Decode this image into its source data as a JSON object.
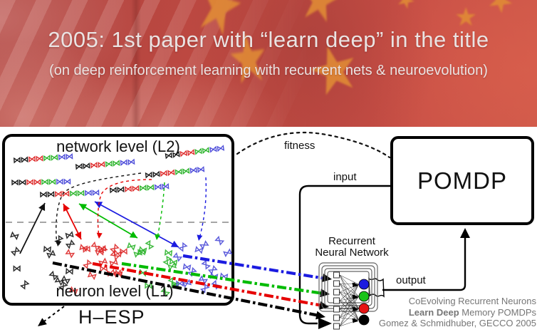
{
  "slide": {
    "title": "2005: 1st paper with “learn deep” in the title",
    "subtitle": "(on deep reinforcement learning with recurrent nets & neuroevolution)"
  },
  "diagram": {
    "hesp": {
      "top_label": "network level (L2)",
      "bottom_label": "neuron level (L1)",
      "caption": "H–ESP"
    },
    "pomdp_label": "POMDP",
    "rnn_label_line1": "Recurrent",
    "rnn_label_line2": "Neural Network",
    "fitness_label": "fitness",
    "input_label": "input",
    "output_label": "output"
  },
  "citation": {
    "line1": "CoEvolving Recurrent Neurons",
    "line2_bold": "Learn Deep",
    "line2_rest": " Memory POMDPs",
    "line3": "Gomez & Schmidhuber, GECCO 2005"
  },
  "colors": {
    "banner_red": "#c04a42",
    "banner_star_orange": "#e18c35",
    "genes": [
      "#161616",
      "#dd2a2a",
      "#2cb42c",
      "#4d4dd9"
    ],
    "line_blue": "#1b1be0",
    "line_green": "#00bb00",
    "line_red": "#e60000",
    "line_black": "#000000",
    "neuron_circles": [
      "#1b1be0",
      "#19c319",
      "#e61414",
      "#000000"
    ],
    "citation_gray": "#767676"
  },
  "icons": {
    "gene_glyph": "⋈",
    "star_glyph": "★"
  }
}
